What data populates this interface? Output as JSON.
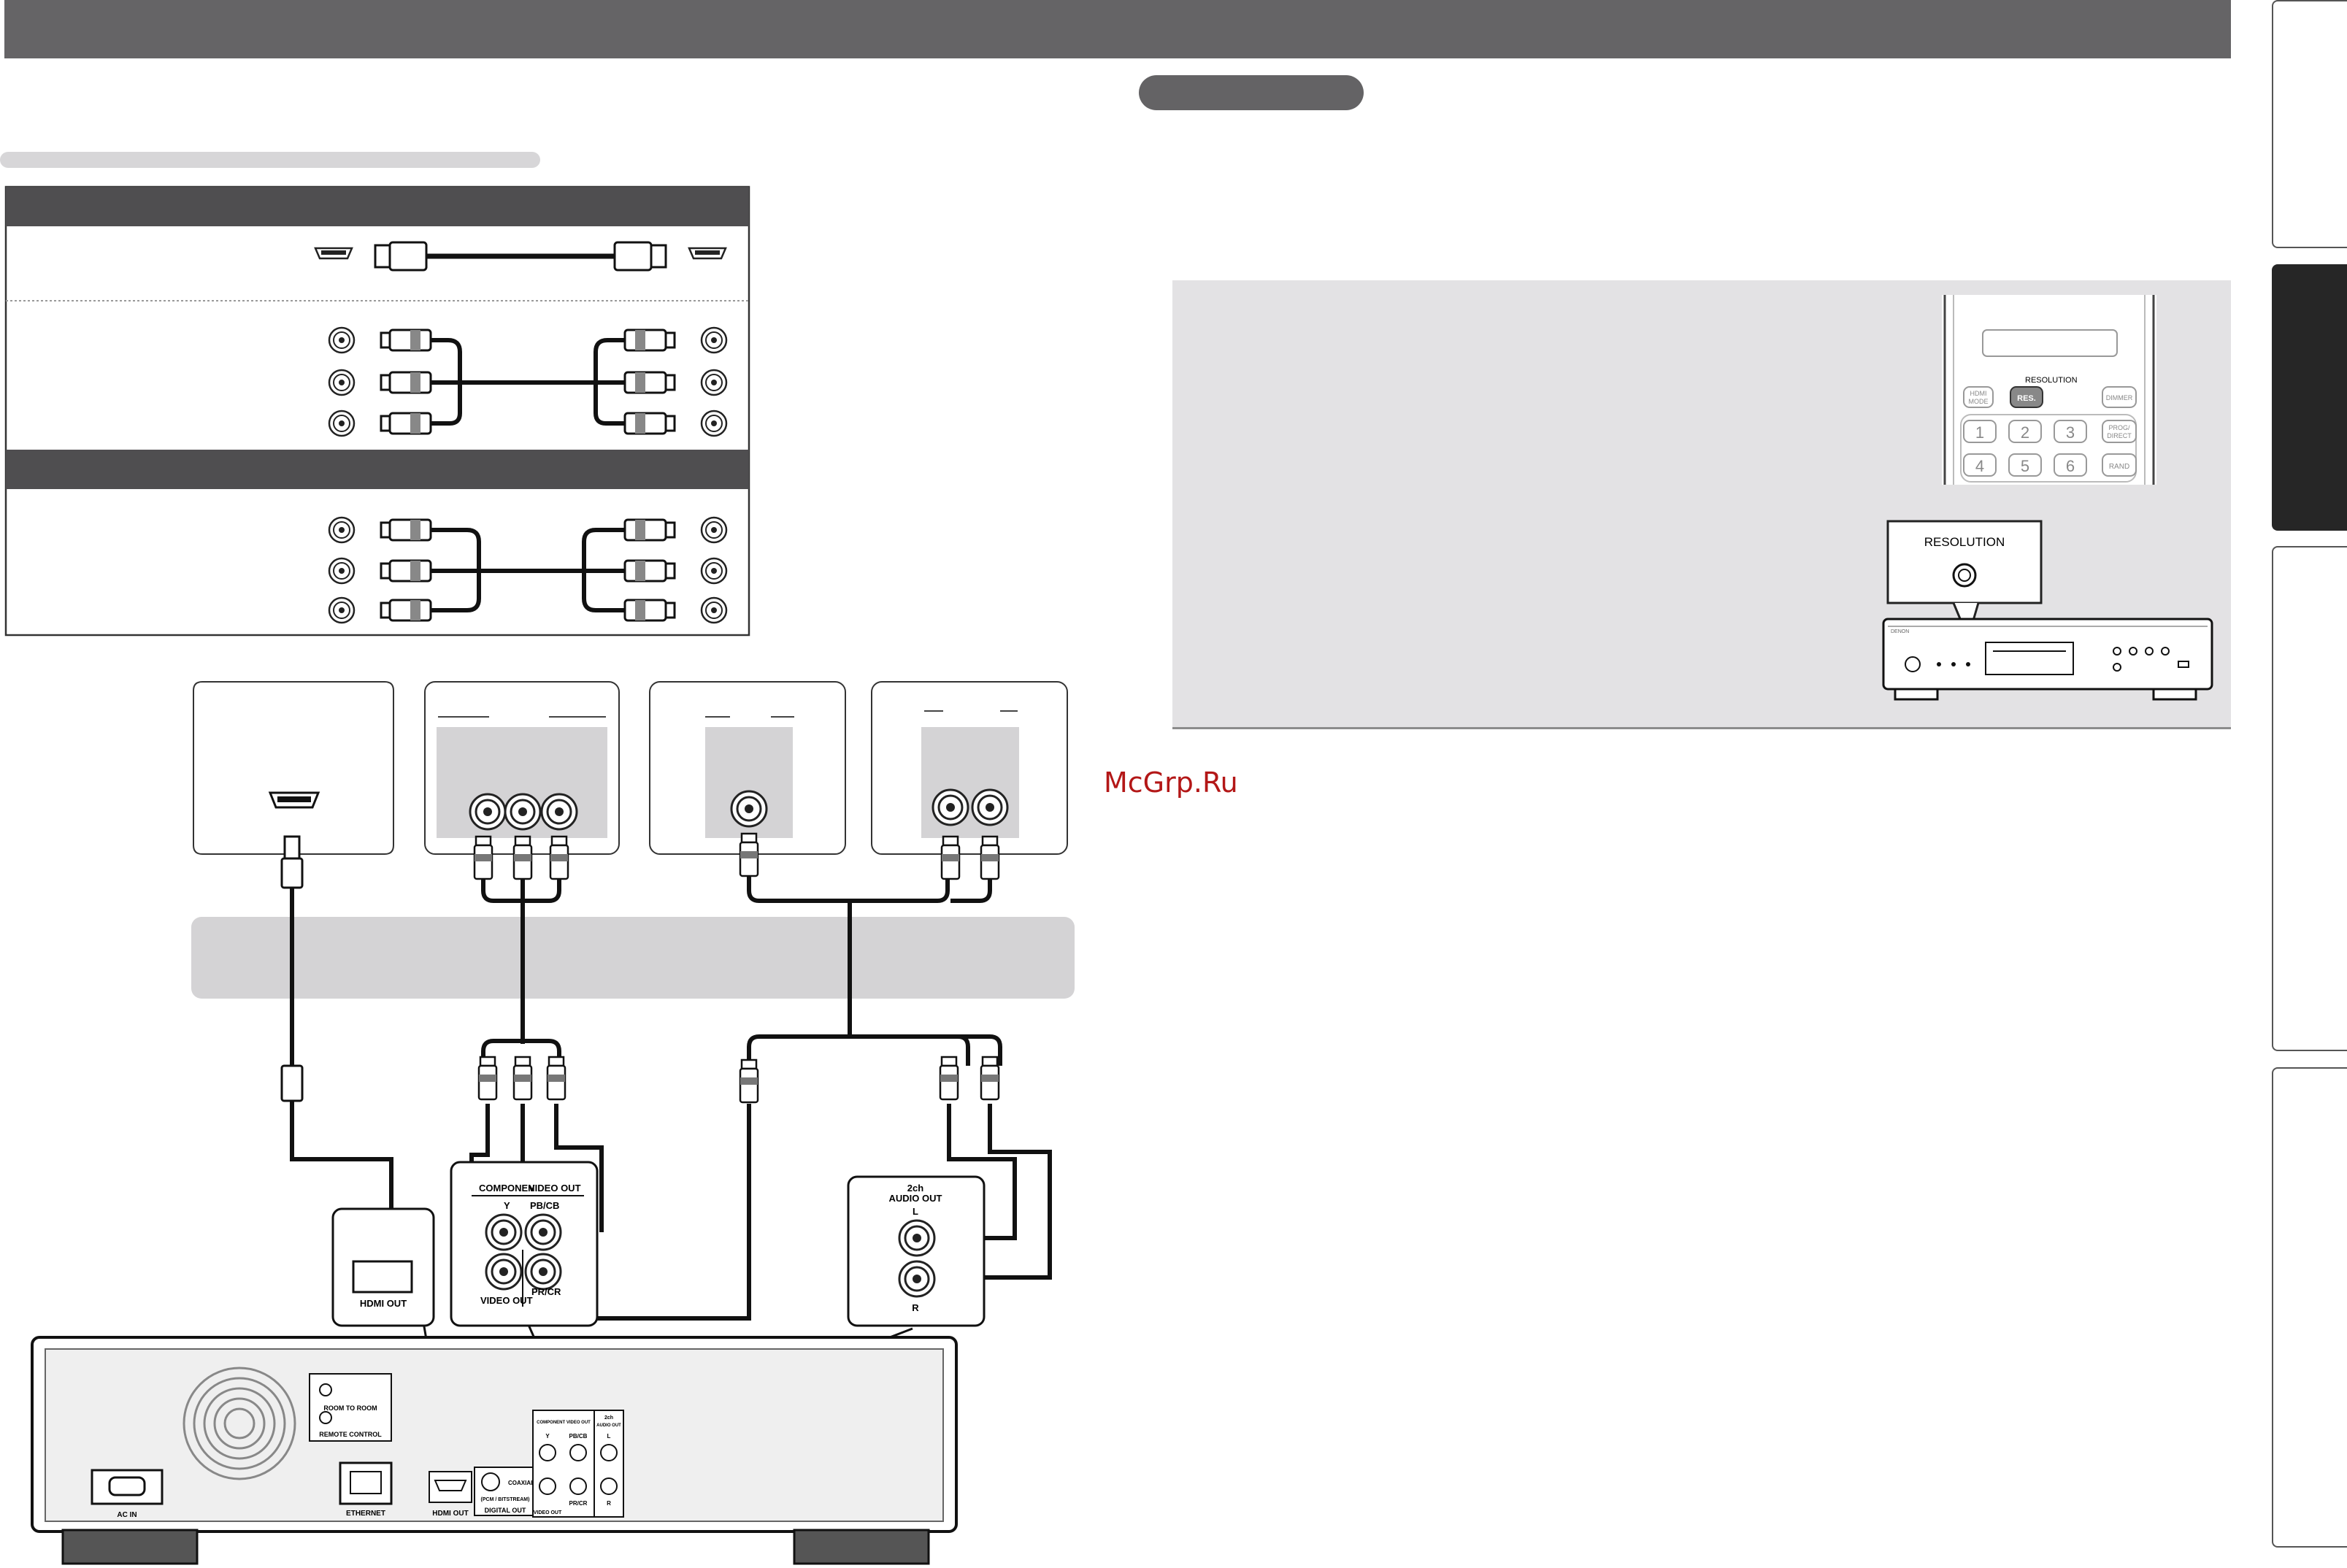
{
  "watermark": "McGrp.Ru",
  "remote": {
    "resolution_label": "RESOLUTION",
    "res_button": "RES.",
    "hdmi_mode_label_1": "HDMI",
    "hdmi_mode_label_2": "MODE",
    "dimmer_label": "DIMMER",
    "prog_direct_label_1": "PROG/",
    "prog_direct_label_2": "DIRECT",
    "rand_label": "RAND",
    "numbers": [
      "1",
      "2",
      "3",
      "4",
      "5",
      "6"
    ]
  },
  "front_panel": {
    "callout_label": "RESOLUTION",
    "brand": "DENON"
  },
  "terminals": {
    "component_video_out_part1": "COMPONEN",
    "component_video_out_part2": "VIDEO OUT",
    "y": "Y",
    "pb_cb": "PB/CB",
    "pr_cr": "PR/CR",
    "video_out": "VIDEO OUT",
    "hdmi_out": "HDMI OUT",
    "audio_2ch_1": "2ch",
    "audio_2ch_2": "AUDIO OUT",
    "l": "L",
    "r": "R"
  },
  "rear_panel": {
    "room_to_room": "ROOM TO ROOM",
    "remote_control": "REMOTE CONTROL",
    "ac_in": "AC IN",
    "ethernet": "ETHERNET",
    "hdmi_out": "HDMI OUT",
    "coaxial": "COAXIAL",
    "pcm_bitstream": "(PCM / BITSTREAM)",
    "digital_out": "DIGITAL OUT",
    "component_video_out": "COMPONENT VIDEO OUT",
    "y": "Y",
    "pb_cb": "PB/CB",
    "pr_cr": "PR/CR",
    "video_out": "VIDEO OUT",
    "audio_2ch_1": "2ch",
    "audio_2ch_2": "AUDIO OUT",
    "l": "L",
    "r": "R"
  },
  "colors": {
    "header_bar": "#656466",
    "section_bar": "#4f4e50",
    "panel_gray": "#e3e2e4",
    "tv_band": "#d4d3d5",
    "cable": "#111111"
  }
}
